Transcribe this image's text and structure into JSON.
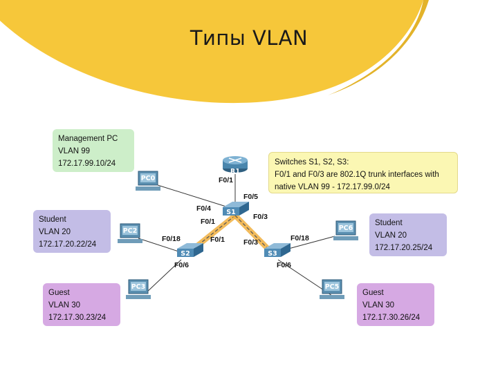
{
  "title": "Типы VLAN",
  "colors": {
    "accent_shape": "#f6c73a",
    "trunk_link": "#f0b040",
    "management_box": "#cdeec9",
    "student_box": "#c3bde6",
    "guest_box": "#d6a9e3",
    "note_box": "#fbf7b3"
  },
  "management_box": {
    "line1": "Management PC",
    "line2": "VLAN 99",
    "line3": "172.17.99.10/24"
  },
  "note": {
    "line1": "Switches S1, S2, S3:",
    "line2": "F0/1 and F0/3 are 802.1Q trunk interfaces with",
    "line3": "native VLAN 99 - 172.17.99.0/24"
  },
  "student_left": {
    "line1": "Student",
    "line2": "VLAN 20",
    "line3": "172.17.20.22/24"
  },
  "student_right": {
    "line1": "Student",
    "line2": "VLAN 20",
    "line3": "172.17.20.25/24"
  },
  "guest_left": {
    "line1": "Guest",
    "line2": "VLAN 30",
    "line3": "172.17.30.23/24"
  },
  "guest_right": {
    "line1": "Guest",
    "line2": "VLAN 30",
    "line3": "172.17.30.26/24"
  },
  "devices": {
    "router": "R1",
    "s1": "S1",
    "s2": "S2",
    "s3": "S3",
    "pc0": "PC0",
    "pc2": "PC2",
    "pc3": "PC3",
    "pc5": "PC5",
    "pc6": "PC6"
  },
  "ports": {
    "r1_f01": "F0/1",
    "s1_f05": "F0/5",
    "s1_f04": "F0/4",
    "s1_f01": "F0/1",
    "s1_f03": "F0/3",
    "s2_f018": "F0/18",
    "s2_f01": "F0/1",
    "s2_f06": "F0/6",
    "s3_f03": "F0/3",
    "s3_f018": "F0/18",
    "s3_f06": "F0/6"
  }
}
